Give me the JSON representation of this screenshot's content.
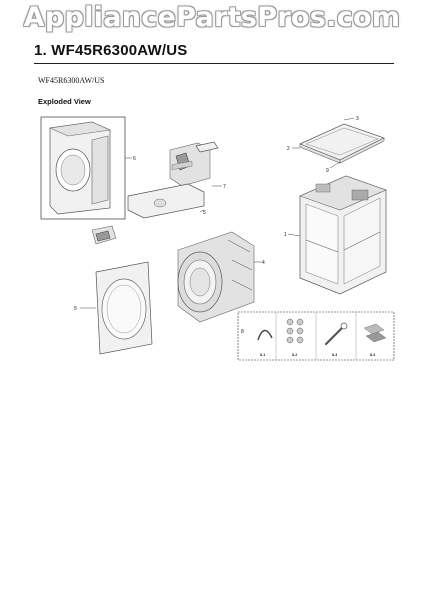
{
  "watermark": "AppliancePartsPros.com",
  "header": {
    "title": "1.  WF45R6300AW/US",
    "model": "WF45R6300AW/US",
    "section": "Exploded View"
  },
  "callouts": {
    "c1": "1",
    "c2": "2",
    "c3": "3",
    "c4": "4",
    "c5": "5",
    "c6": "6",
    "c7": "7",
    "c8": "8",
    "c9": "9"
  },
  "kit_labels": [
    "8-1",
    "8-2",
    "8-3",
    "8-4"
  ]
}
